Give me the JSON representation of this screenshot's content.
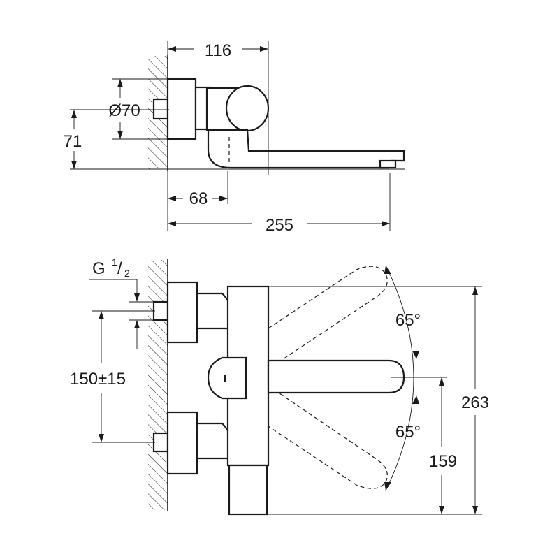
{
  "top_view": {
    "dims": {
      "width_116": "116",
      "diameter_symbol": "Ø",
      "diameter_value": "70",
      "height_71": "71",
      "offset_68": "68",
      "reach_255": "255"
    }
  },
  "bottom_view": {
    "thread": {
      "prefix": "G",
      "num": "1",
      "den": "2"
    },
    "dims": {
      "spacing": "150±15",
      "angle_upper": "65°",
      "angle_lower": "65°",
      "height_159": "159",
      "height_263": "263"
    }
  },
  "colors": {
    "line": "#1a1a1a",
    "background": "#ffffff"
  }
}
